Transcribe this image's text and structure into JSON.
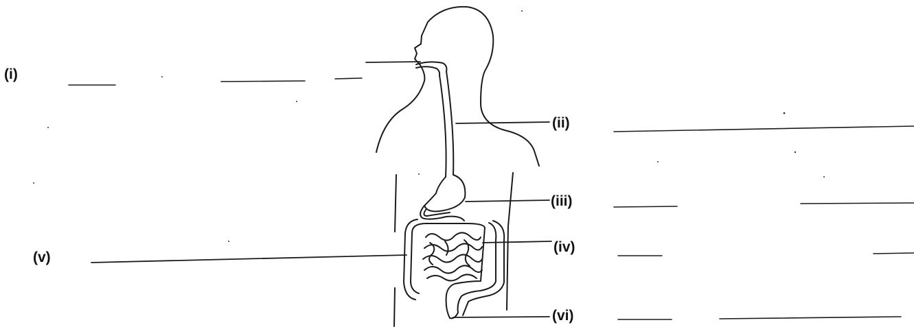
{
  "diagram": {
    "subject": "human-digestive-system",
    "labels": {
      "i": "(i)",
      "ii": "(ii)",
      "iii": "(iii)",
      "iv": "(iv)",
      "v": "(v)",
      "vi": "(vi)"
    }
  }
}
